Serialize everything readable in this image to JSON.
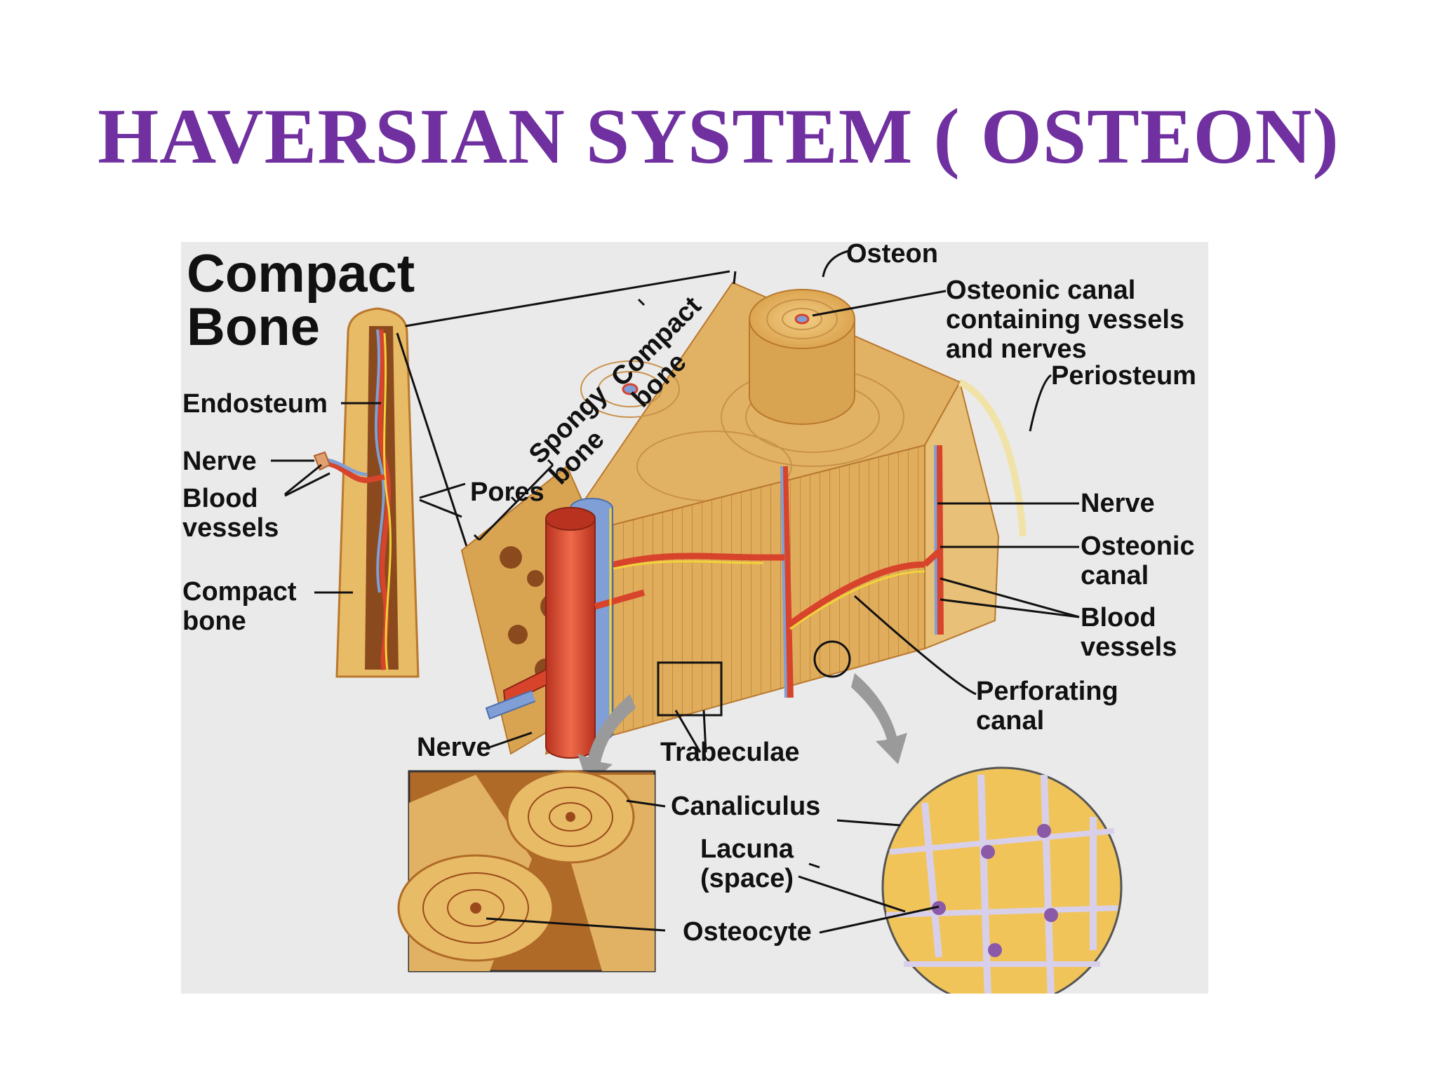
{
  "title": "HAVERSIAN SYSTEM ( OSTEON)",
  "colors": {
    "title": "#7030a0",
    "figure_background": "#eaeaea",
    "bone": "#e6b45e",
    "bone_dark": "#b8782e",
    "artery": "#d8432b",
    "vein": "#7f9fd6",
    "nerve": "#f2d23a",
    "label": "#111111"
  },
  "figure": {
    "heading_line1": "Compact",
    "heading_line2": "Bone",
    "labels": {
      "endosteum": "Endosteum",
      "nerve_left": "Nerve",
      "blood_vessels_left": "Blood\nvessels",
      "compact_bone_left": "Compact\nbone",
      "spongy_bone": "Spongy\nbone",
      "compact_bone_bracket": "Compact\nbone",
      "pores": "Pores",
      "osteon": "Osteon",
      "osteonic_canal_vessels": "Osteonic canal\ncontaining vessels\nand nerves",
      "periosteum": "Periosteum",
      "nerve_right": "Nerve",
      "osteonic_canal": "Osteonic\ncanal",
      "blood_vessels_right": "Blood\nvessels",
      "perforating_canal": "Perforating\ncanal",
      "nerve_bottom": "Nerve",
      "trabeculae": "Trabeculae",
      "canaliculus": "Canaliculus",
      "lacuna": "Lacuna\n(space)",
      "osteocyte": "Osteocyte"
    }
  }
}
